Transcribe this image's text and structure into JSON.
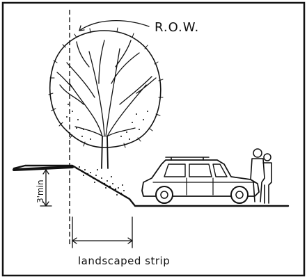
{
  "labels": {
    "row": "R.O.W.",
    "minimum_height": "3'min",
    "strip": "landscaped strip"
  },
  "colors": {
    "ink": "#111111",
    "paper": "#ffffff"
  }
}
